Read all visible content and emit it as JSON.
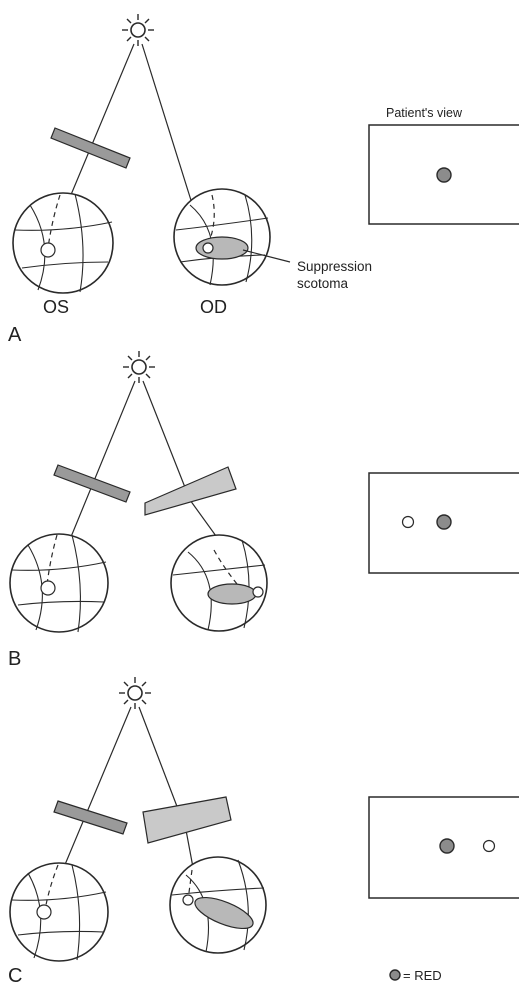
{
  "panels": [
    {
      "letter": "A",
      "os_label": "OS",
      "od_label": "OD",
      "annotation_line1": "Suppression",
      "annotation_line2": "scotoma"
    },
    {
      "letter": "B"
    },
    {
      "letter": "C"
    }
  ],
  "patient_view_title": "Patient's view",
  "legend": {
    "text": "= RED",
    "icon": "gray-filled-dot-icon"
  },
  "colors": {
    "red_dot": "#8c8c8c",
    "filter": "#9a9a9a",
    "prism": "#c9c9c9",
    "scotoma": "#b8b8b8"
  }
}
